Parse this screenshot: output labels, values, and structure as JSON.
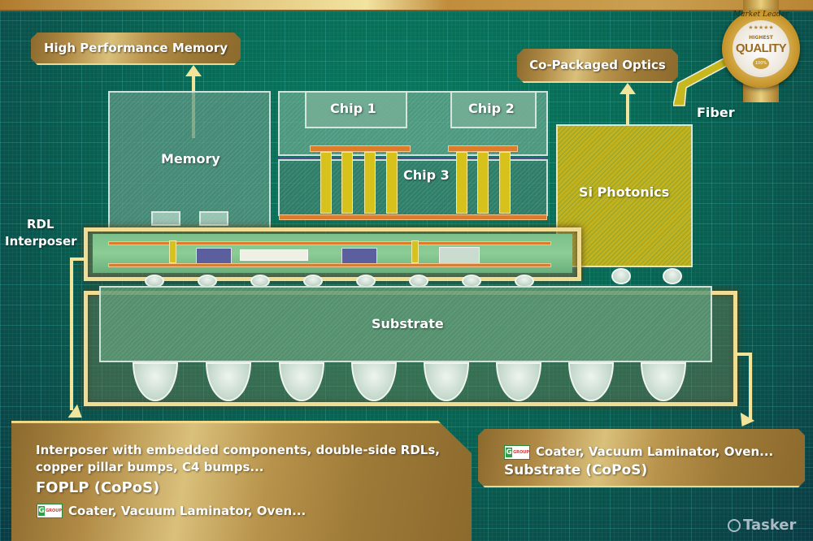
{
  "labels": {
    "high_performance_memory": "High Performance Memory",
    "co_packaged_optics": "Co-Packaged Optics",
    "memory": "Memory",
    "chip1": "Chip 1",
    "chip2": "Chip 2",
    "chip3": "Chip 3",
    "si_photonics": "Si Photonics",
    "fiber": "Fiber",
    "rdl_interposer_line1": "RDL",
    "rdl_interposer_line2": "Interposer",
    "substrate": "Substrate"
  },
  "badge": {
    "top_text": "Market Leader",
    "mid_small": "HIGHEST",
    "main": "QUALITY",
    "seal": "100%"
  },
  "panels": {
    "foplp": {
      "description_line1": "Interposer with embedded components, double-side RDLs,",
      "description_line2": "copper pillar bumps, C4 bumps...",
      "title": "FOPLP (CoPoS)",
      "logo_text": "GROUP",
      "equipment": "Coater, Vacuum Laminator, Oven..."
    },
    "substrate": {
      "logo_text": "GROUP",
      "equipment": "Coater, Vacuum Laminator, Oven...",
      "title": "Substrate (CoPoS)"
    }
  },
  "watermark": "Tasker",
  "colors": {
    "background": "#086a55",
    "gold": "#b08a45",
    "arrow": "#f3e49b",
    "pillar": "#d6c21b",
    "trace": "#de7c2a",
    "photonics": "#c8b820"
  }
}
